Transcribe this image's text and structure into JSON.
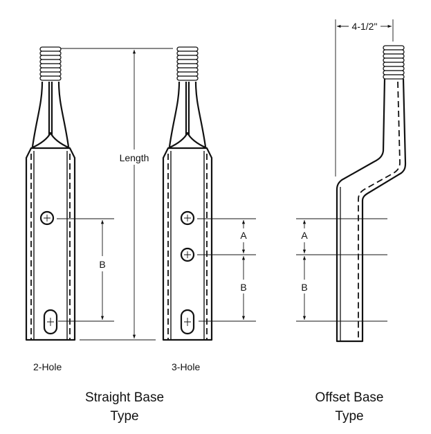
{
  "labels": {
    "length": "Length",
    "offset_width": "4-1/2\"",
    "dim_a": "A",
    "dim_b": "B",
    "two_hole": "2-Hole",
    "three_hole": "3-Hole",
    "straight_line1": "Straight Base",
    "straight_line2": "Type",
    "offset_line1": "Offset Base",
    "offset_line2": "Type"
  }
}
